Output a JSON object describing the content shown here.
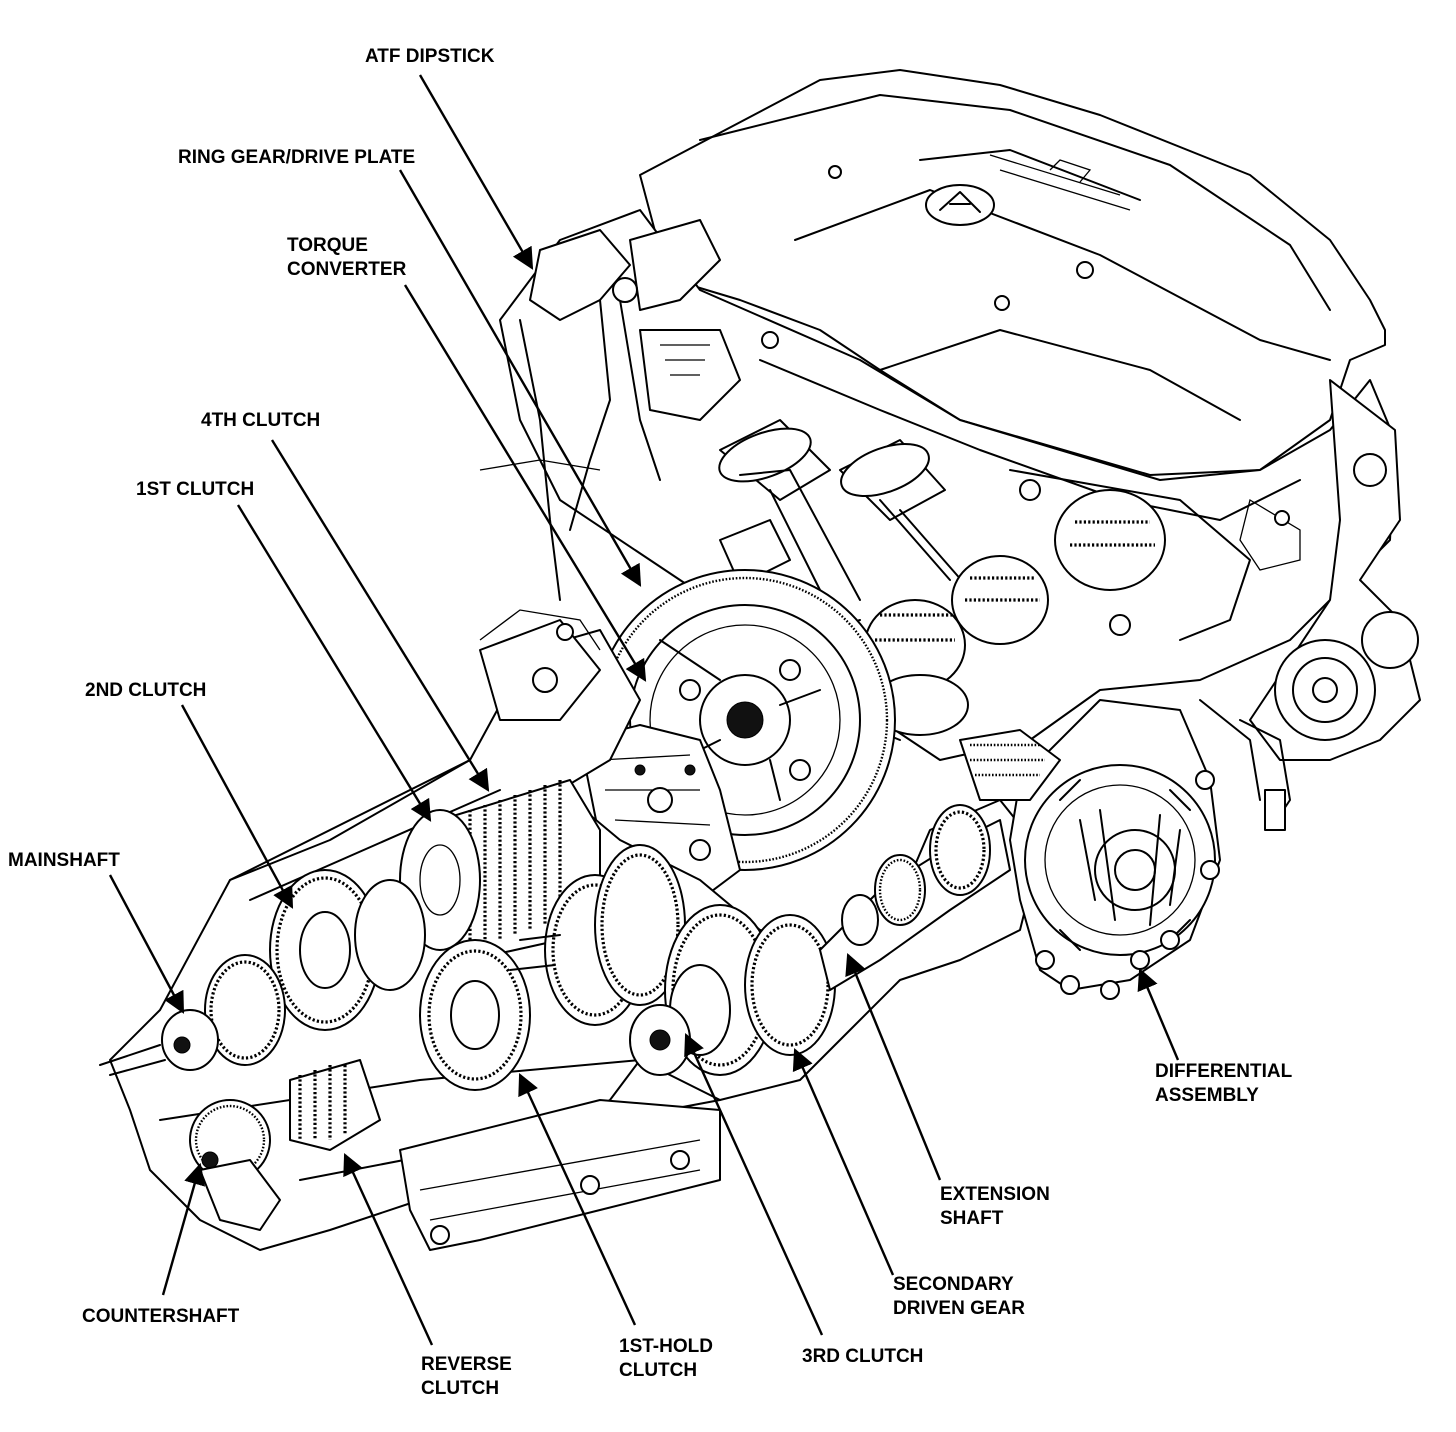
{
  "labels": {
    "atf_dipstick": "ATF DIPSTICK",
    "ring_gear_drive_plate": "RING GEAR/DRIVE PLATE",
    "torque_converter_1": "TORQUE",
    "torque_converter_2": "CONVERTER",
    "fourth_clutch": "4TH CLUTCH",
    "first_clutch": "1ST CLUTCH",
    "second_clutch": "2ND CLUTCH",
    "mainshaft": "MAINSHAFT",
    "countershaft": "COUNTERSHAFT",
    "reverse_clutch_1": "REVERSE",
    "reverse_clutch_2": "CLUTCH",
    "first_hold_clutch_1": "1ST-HOLD",
    "first_hold_clutch_2": "CLUTCH",
    "third_clutch": "3RD CLUTCH",
    "secondary_driven_gear_1": "SECONDARY",
    "secondary_driven_gear_2": "DRIVEN GEAR",
    "extension_shaft_1": "EXTENSION",
    "extension_shaft_2": "SHAFT",
    "differential_assembly_1": "DIFFERENTIAL",
    "differential_assembly_2": "ASSEMBLY"
  }
}
